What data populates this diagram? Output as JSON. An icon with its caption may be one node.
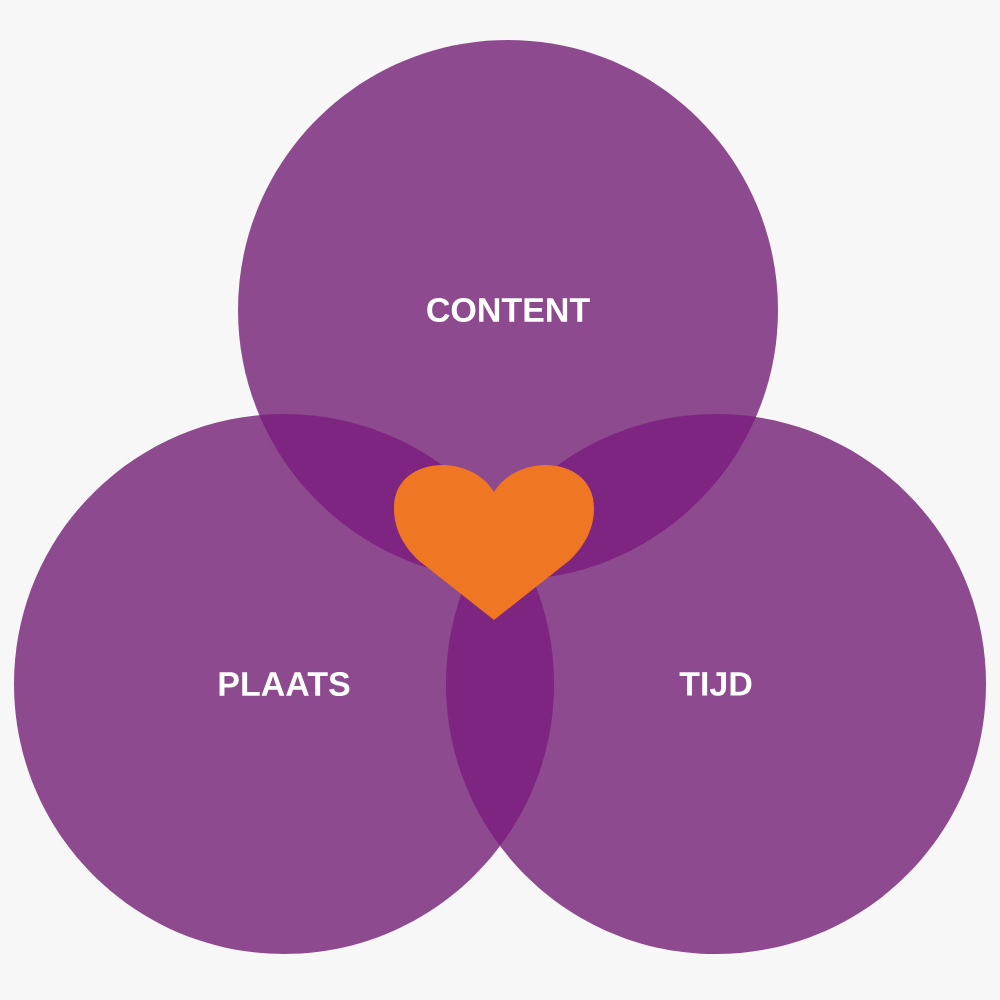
{
  "diagram": {
    "nodes": [
      {
        "text": [
          "CONTENT"
        ]
      },
      {
        "text": [
          "PLAATS"
        ]
      },
      {
        "text": [
          "TIJD"
        ]
      }
    ]
  }
}
